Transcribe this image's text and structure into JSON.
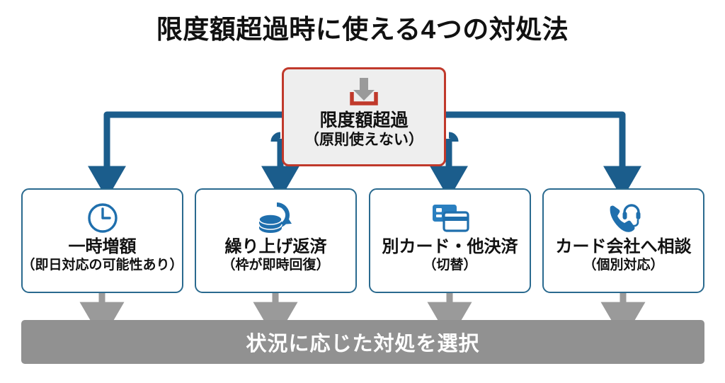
{
  "title": "限度額超過時に使える4つの対処法",
  "colors": {
    "connector_blue": "#1b5d8c",
    "box_border_blue": "#2a6a8f",
    "source_border_red": "#c0392b",
    "source_fill_gray": "#eeeeee",
    "icon_blue": "#1f6fad",
    "banner_gray": "#919191",
    "arrow_gray": "#9a9a9a",
    "text_black": "#111111",
    "banner_text_white": "#ffffff"
  },
  "source": {
    "icon": "download-tray-icon",
    "title": "限度額超過",
    "subtitle": "（原則使えない）"
  },
  "options": [
    {
      "icon": "clock-icon",
      "title": "一時増額",
      "subtitle": "（即日対応の可能性あり）"
    },
    {
      "icon": "coins-refresh-icon",
      "title": "繰り上げ返済",
      "subtitle": "（枠が即時回復）"
    },
    {
      "icon": "credit-cards-icon",
      "title": "別カード・他決済",
      "subtitle": "（切替）"
    },
    {
      "icon": "phone-headset-icon",
      "title": "カード会社へ相談",
      "subtitle": "（個別対応）"
    }
  ],
  "footer": {
    "text": "状況に応じた対処を選択"
  }
}
